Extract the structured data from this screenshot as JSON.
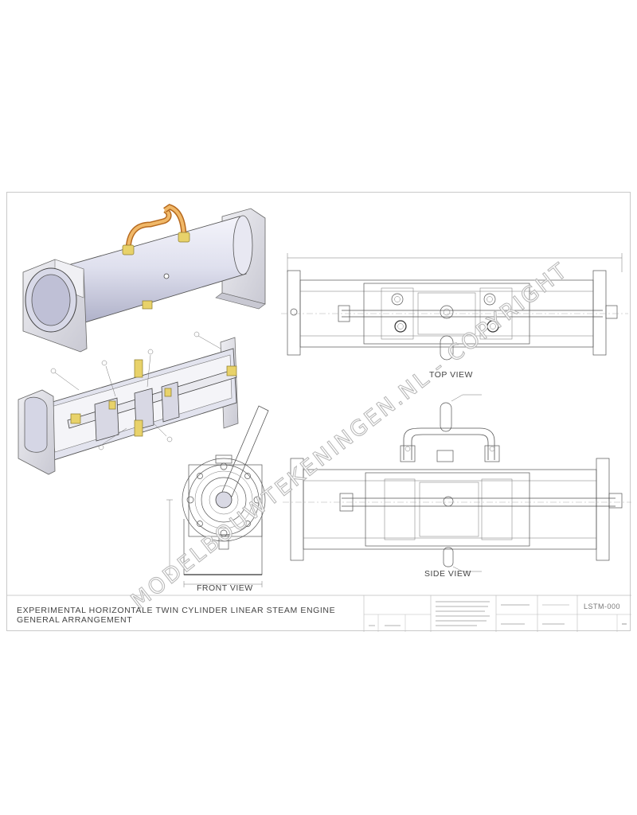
{
  "drawing": {
    "views": {
      "top_view": "TOP VIEW",
      "side_view": "SIDE VIEW",
      "front_view": "FRONT VIEW"
    },
    "title_block": {
      "title_line1": "EXPERIMENTAL HORIZONTALE TWIN CYLINDER LINEAR STEAM ENGINE",
      "title_line2": "GENERAL ARRANGEMENT",
      "drawing_number": "LSTM-000"
    },
    "watermark": "MODELBOUWTEKENINGEN.NL - COPYRIGHT",
    "colors": {
      "sheet_border": "#c9c9c9",
      "line": "#555555",
      "brass": "#e8d26a",
      "copper": "#e5a24a",
      "steel": "#d9dbe8",
      "base": "#e4e4ea"
    }
  }
}
